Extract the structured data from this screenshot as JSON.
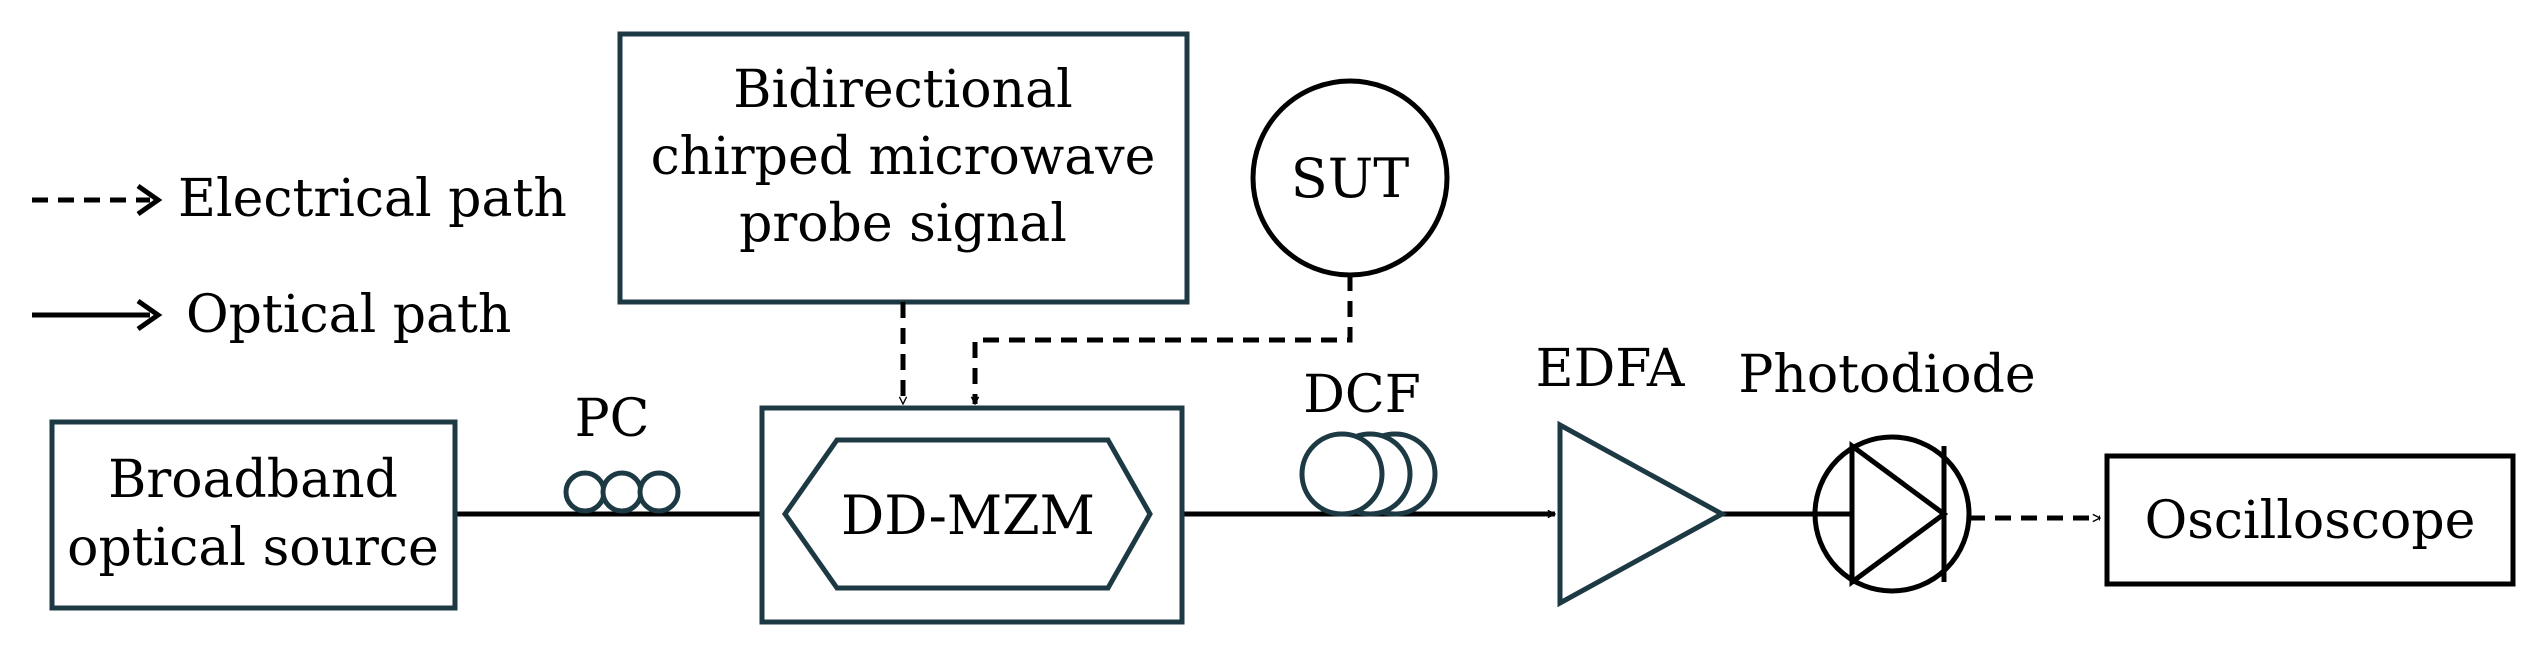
{
  "legend": {
    "electrical": "Electrical path",
    "optical": "Optical path"
  },
  "blocks": {
    "source_line1": "Broadband",
    "source_line2": "optical source",
    "probe_line1": "Bidirectional",
    "probe_line2": "chirped microwave",
    "probe_line3": "probe signal",
    "sut": "SUT",
    "modulator": "DD-MZM",
    "oscilloscope": "Oscilloscope"
  },
  "labels": {
    "pc": "PC",
    "dcf": "DCF",
    "edfa": "EDFA",
    "photodiode": "Photodiode"
  },
  "colors": {
    "block_stroke": "#1d3a44",
    "line": "#000000"
  }
}
